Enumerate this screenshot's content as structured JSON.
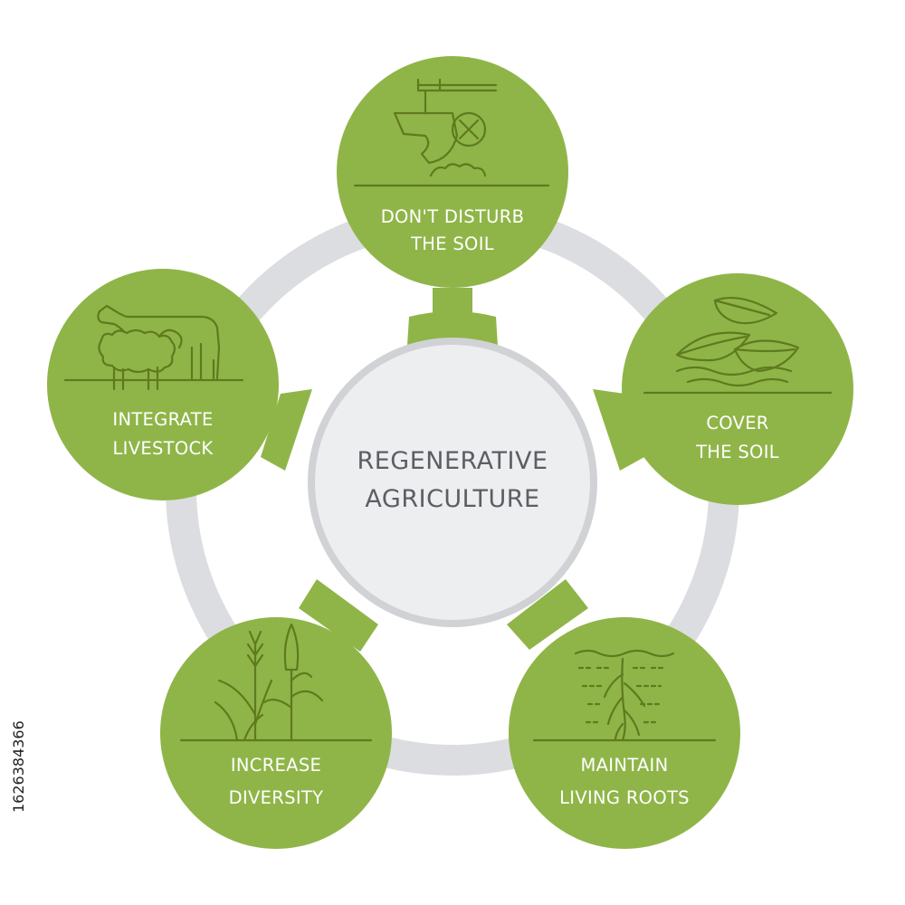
{
  "center": {
    "line1": "REGENERATIVE",
    "line2": "AGRICULTURE"
  },
  "nodes": [
    {
      "id": "dont-disturb",
      "line1": "DON'T DISTURB",
      "line2": "THE SOIL",
      "icon": "plough-crossed-icon"
    },
    {
      "id": "cover-soil",
      "line1": "COVER",
      "line2": "THE SOIL",
      "icon": "leaves-on-soil-icon"
    },
    {
      "id": "living-roots",
      "line1": "MAINTAIN",
      "line2": "LIVING ROOTS",
      "icon": "plant-roots-icon"
    },
    {
      "id": "diversity",
      "line1": "INCREASE",
      "line2": "DIVERSITY",
      "icon": "wheat-and-corn-icon"
    },
    {
      "id": "livestock",
      "line1": "INTEGRATE",
      "line2": "LIVESTOCK",
      "icon": "cow-and-sheep-icon"
    }
  ],
  "stock_id": "1626384366",
  "colors": {
    "node_green": "#8fb548",
    "ring_gray": "#dcdde0",
    "center_fill": "#eceef0",
    "icon_stroke": "#5f7a1f",
    "title_text": "#5b5e63"
  }
}
